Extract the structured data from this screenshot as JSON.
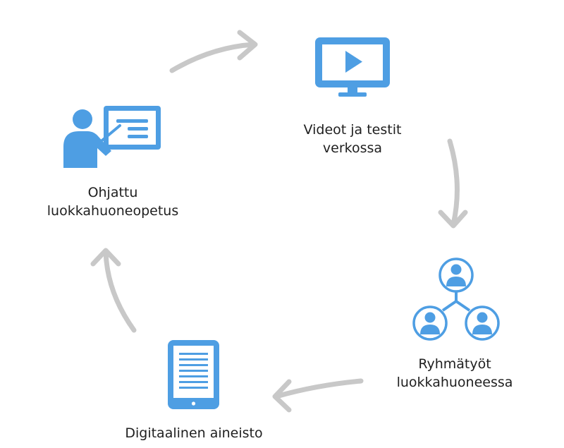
{
  "diagram": {
    "colors": {
      "icon": "#4e9ee3",
      "arrow": "#c8c8c8",
      "text": "#1f1f1f"
    },
    "nodes": [
      {
        "id": "video",
        "icon": "monitor-play-icon",
        "label_lines": [
          "Videot ja testit",
          "verkossa"
        ]
      },
      {
        "id": "group",
        "icon": "group-network-icon",
        "label_lines": [
          "Ryhmätyöt",
          "luokkahuoneessa"
        ]
      },
      {
        "id": "digital",
        "icon": "tablet-document-icon",
        "label_lines": [
          "Digitaalinen aineisto"
        ]
      },
      {
        "id": "teacher",
        "icon": "teacher-presentation-icon",
        "label_lines": [
          "Ohjattu",
          "luokkahuoneopetus"
        ]
      }
    ],
    "flow": [
      {
        "from": "teacher",
        "to": "video"
      },
      {
        "from": "video",
        "to": "group"
      },
      {
        "from": "group",
        "to": "digital"
      },
      {
        "from": "digital",
        "to": "teacher"
      }
    ]
  }
}
